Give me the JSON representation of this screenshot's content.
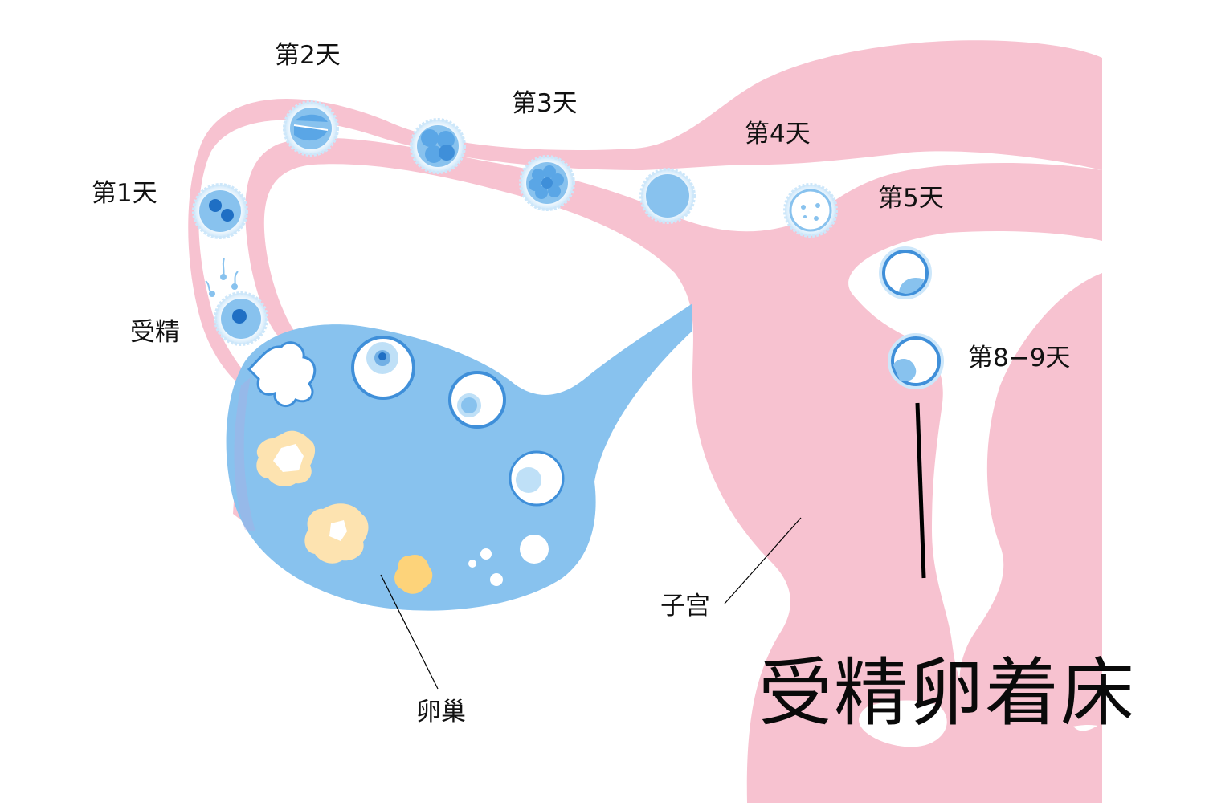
{
  "title": "受精卵着床",
  "labels": {
    "fertilization": "受精",
    "day1": "第1天",
    "day2": "第2天",
    "day3": "第3天",
    "day4": "第4天",
    "day5": "第5天",
    "day8_9": "第8−9天",
    "uterus": "子宫",
    "ovary": "卵巢"
  },
  "colors": {
    "uterus_pink": "#f7c2d0",
    "ovary_blue": "#88c2ee",
    "cell_blue": "#3f8fd9",
    "cell_light": "#bfe0f7",
    "corpus_yellow": "#fde3b0"
  }
}
